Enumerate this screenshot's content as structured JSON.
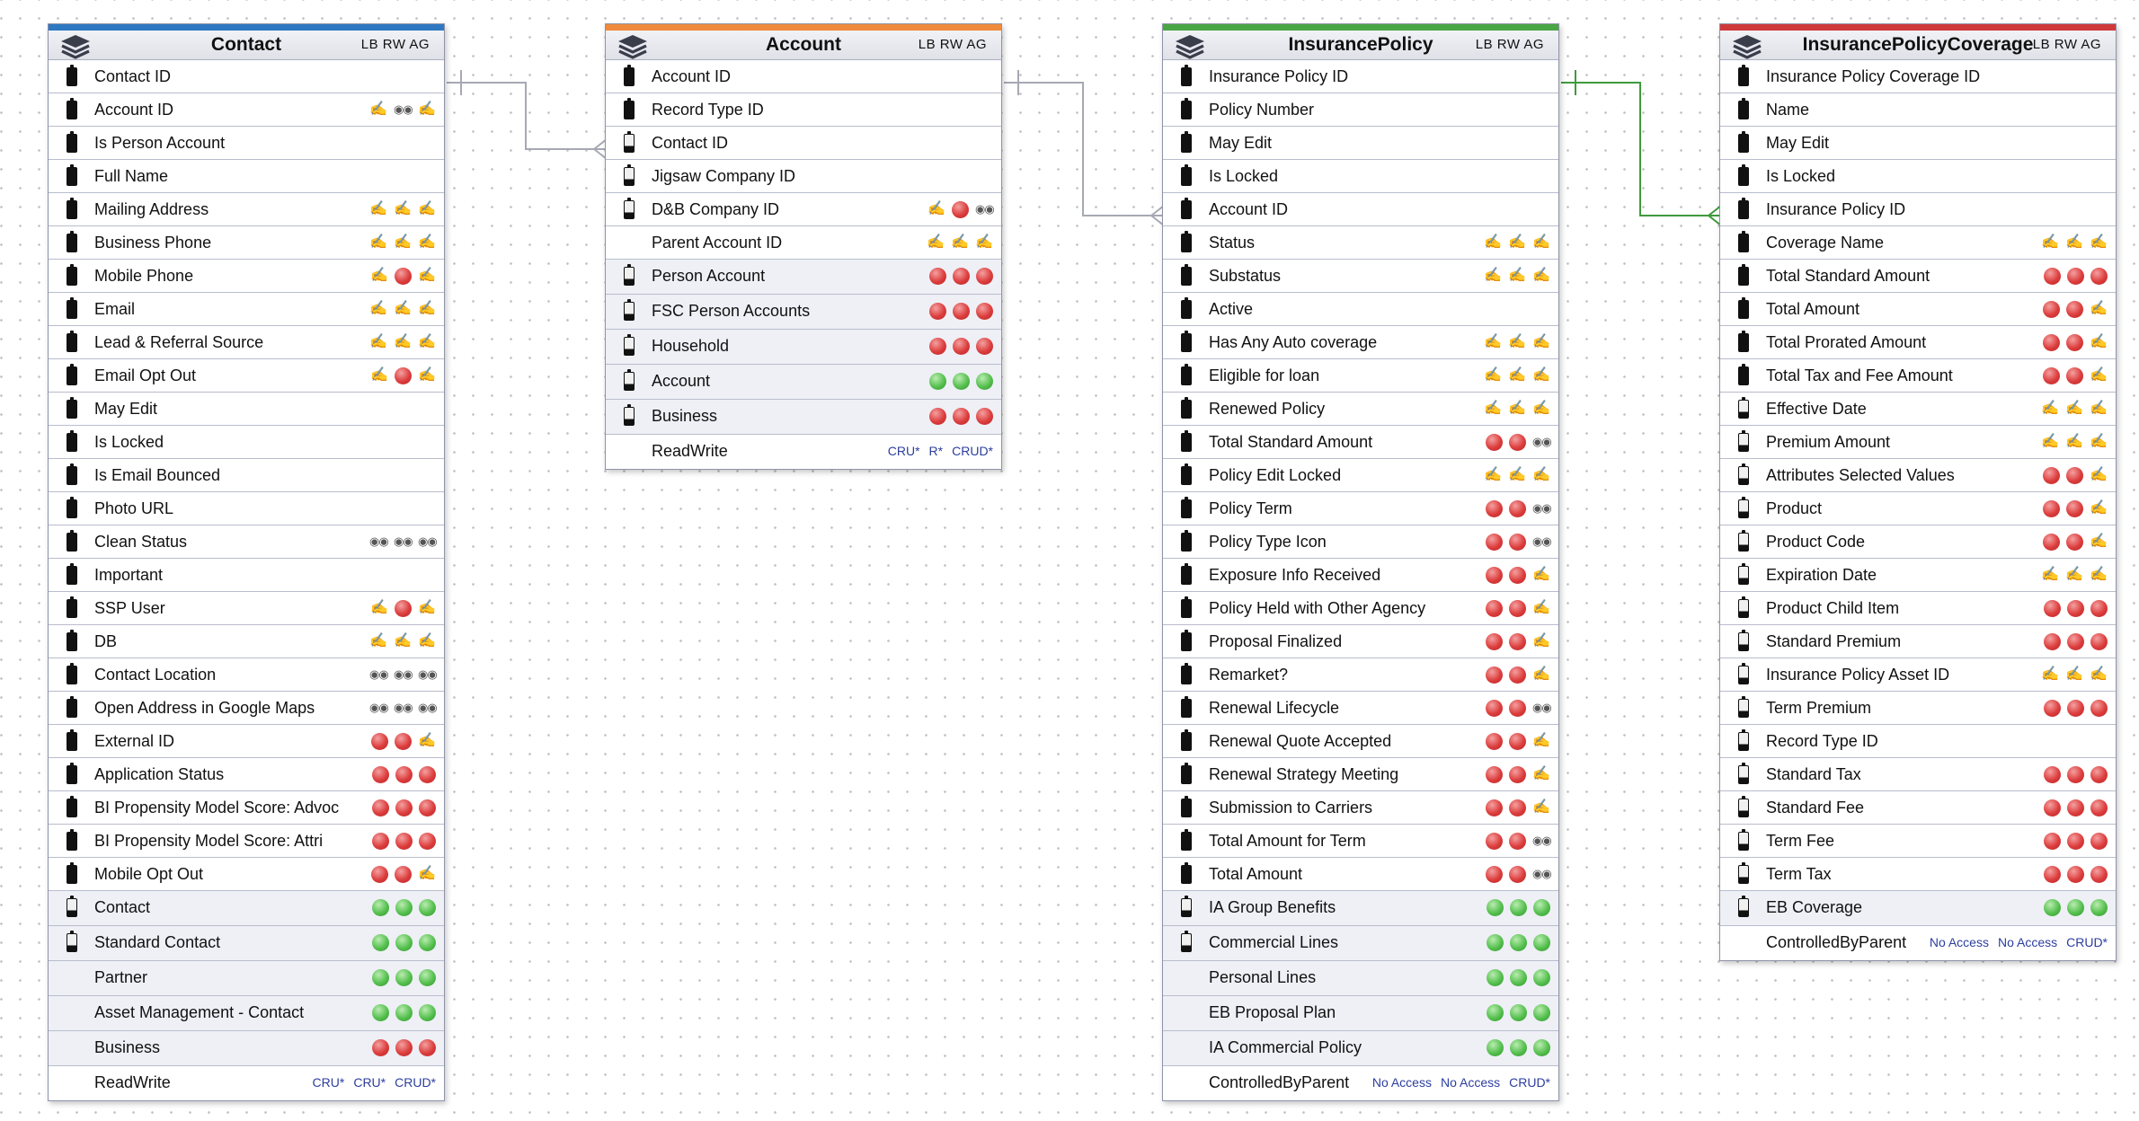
{
  "entities": [
    {
      "id": "contact",
      "title": "Contact",
      "perms": "LB RW AG",
      "color": "#2e78c2",
      "fields": [
        {
          "name": "Contact ID",
          "bat": "full",
          "ind": []
        },
        {
          "name": "Account ID",
          "bat": "full",
          "ind": [
            "pencil",
            "eyes",
            "pencil"
          ]
        },
        {
          "name": "Is Person Account",
          "bat": "full",
          "ind": []
        },
        {
          "name": "Full Name",
          "bat": "full",
          "ind": []
        },
        {
          "name": "Mailing Address",
          "bat": "full",
          "ind": [
            "pencil",
            "pencil",
            "pencil"
          ]
        },
        {
          "name": "Business Phone",
          "bat": "full",
          "ind": [
            "pencil",
            "pencil",
            "pencil"
          ]
        },
        {
          "name": "Mobile Phone",
          "bat": "full",
          "ind": [
            "pencil",
            "red",
            "pencil"
          ]
        },
        {
          "name": "Email",
          "bat": "full",
          "ind": [
            "pencil",
            "pencil",
            "pencil"
          ]
        },
        {
          "name": "Lead & Referral Source",
          "bat": "full",
          "ind": [
            "pencil",
            "pencil",
            "pencil"
          ]
        },
        {
          "name": "Email Opt Out",
          "bat": "full",
          "ind": [
            "pencil",
            "red",
            "pencil"
          ]
        },
        {
          "name": "May Edit",
          "bat": "full",
          "ind": []
        },
        {
          "name": "Is Locked",
          "bat": "full",
          "ind": []
        },
        {
          "name": "Is Email Bounced",
          "bat": "full",
          "ind": []
        },
        {
          "name": "Photo URL",
          "bat": "full",
          "ind": []
        },
        {
          "name": "Clean Status",
          "bat": "full",
          "ind": [
            "eyes",
            "eyes",
            "eyes"
          ]
        },
        {
          "name": "Important",
          "bat": "full",
          "ind": []
        },
        {
          "name": "SSP User",
          "bat": "full",
          "ind": [
            "pencil",
            "red",
            "pencil"
          ]
        },
        {
          "name": "DB",
          "bat": "full",
          "ind": [
            "pencil",
            "pencil",
            "pencil"
          ]
        },
        {
          "name": "Contact Location",
          "bat": "full",
          "ind": [
            "eyes",
            "eyes",
            "eyes"
          ]
        },
        {
          "name": "Open Address in Google Maps",
          "bat": "full",
          "ind": [
            "eyes",
            "eyes",
            "eyes"
          ]
        },
        {
          "name": "External ID",
          "bat": "full",
          "ind": [
            "red",
            "red",
            "pencil"
          ]
        },
        {
          "name": "Application Status",
          "bat": "full",
          "ind": [
            "red",
            "red",
            "red"
          ]
        },
        {
          "name": "BI Propensity Model Score: Advoc",
          "bat": "full",
          "ind": [
            "red",
            "red",
            "red"
          ]
        },
        {
          "name": "BI Propensity Model Score: Attri",
          "bat": "full",
          "ind": [
            "red",
            "red",
            "red"
          ]
        },
        {
          "name": "Mobile Opt Out",
          "bat": "full",
          "ind": [
            "red",
            "red",
            "pencil"
          ]
        }
      ],
      "record_types": [
        {
          "name": "Contact",
          "bat": "low",
          "ind": [
            "green",
            "green",
            "green"
          ]
        },
        {
          "name": "Standard Contact",
          "bat": "low",
          "ind": [
            "green",
            "green",
            "green"
          ]
        },
        {
          "name": "Partner",
          "bat": "none",
          "ind": [
            "green",
            "green",
            "green"
          ]
        },
        {
          "name": "Asset Management - Contact",
          "bat": "none",
          "ind": [
            "green",
            "green",
            "green"
          ]
        },
        {
          "name": "Business",
          "bat": "none",
          "ind": [
            "red",
            "red",
            "red"
          ]
        }
      ],
      "footer": {
        "label": "ReadWrite",
        "perms": [
          "CRU*",
          "CRU*",
          "CRUD*"
        ]
      }
    },
    {
      "id": "account",
      "title": "Account",
      "perms": "LB RW AG",
      "color": "#f08a3c",
      "fields": [
        {
          "name": "Account ID",
          "bat": "full",
          "ind": []
        },
        {
          "name": "Record Type ID",
          "bat": "full",
          "ind": []
        },
        {
          "name": "Contact ID",
          "bat": "low",
          "ind": []
        },
        {
          "name": "Jigsaw Company ID",
          "bat": "low",
          "ind": []
        },
        {
          "name": "D&B Company ID",
          "bat": "low",
          "ind": [
            "pencil",
            "red",
            "eyes"
          ]
        },
        {
          "name": "Parent Account ID",
          "bat": "none",
          "ind": [
            "pencil",
            "pencil",
            "pencil"
          ]
        }
      ],
      "record_types": [
        {
          "name": "Person Account",
          "bat": "low",
          "ind": [
            "red",
            "red",
            "red"
          ]
        },
        {
          "name": "FSC Person Accounts",
          "bat": "low",
          "ind": [
            "red",
            "red",
            "red"
          ]
        },
        {
          "name": "Household",
          "bat": "low",
          "ind": [
            "red",
            "red",
            "red"
          ]
        },
        {
          "name": "Account",
          "bat": "low",
          "ind": [
            "green",
            "green",
            "green"
          ]
        },
        {
          "name": "Business",
          "bat": "low",
          "ind": [
            "red",
            "red",
            "red"
          ]
        }
      ],
      "footer": {
        "label": "ReadWrite",
        "perms": [
          "CRU*",
          "R*",
          "CRUD*"
        ]
      }
    },
    {
      "id": "insurance-policy",
      "title": "InsurancePolicy",
      "perms": "LB RW AG",
      "color": "#4aa544",
      "fields": [
        {
          "name": "Insurance Policy ID",
          "bat": "full",
          "ind": []
        },
        {
          "name": "Policy Number",
          "bat": "full",
          "ind": []
        },
        {
          "name": "May Edit",
          "bat": "full",
          "ind": []
        },
        {
          "name": "Is Locked",
          "bat": "full",
          "ind": []
        },
        {
          "name": "Account ID",
          "bat": "full",
          "ind": []
        },
        {
          "name": "Status",
          "bat": "full",
          "ind": [
            "pencil",
            "pencil",
            "pencil"
          ]
        },
        {
          "name": "Substatus",
          "bat": "full",
          "ind": [
            "pencil",
            "pencil",
            "pencil"
          ]
        },
        {
          "name": "Active",
          "bat": "full",
          "ind": []
        },
        {
          "name": "Has Any Auto coverage",
          "bat": "full",
          "ind": [
            "pencil",
            "pencil",
            "pencil"
          ]
        },
        {
          "name": "Eligible for loan",
          "bat": "full",
          "ind": [
            "pencil",
            "pencil",
            "pencil"
          ]
        },
        {
          "name": "Renewed Policy",
          "bat": "full",
          "ind": [
            "pencil",
            "pencil",
            "pencil"
          ]
        },
        {
          "name": "Total Standard Amount",
          "bat": "full",
          "ind": [
            "red",
            "red",
            "eyes"
          ]
        },
        {
          "name": "Policy Edit Locked",
          "bat": "full",
          "ind": [
            "pencil",
            "pencil",
            "pencil"
          ]
        },
        {
          "name": "Policy Term",
          "bat": "full",
          "ind": [
            "red",
            "red",
            "eyes"
          ]
        },
        {
          "name": "Policy Type Icon",
          "bat": "full",
          "ind": [
            "red",
            "red",
            "eyes"
          ]
        },
        {
          "name": "Exposure Info Received",
          "bat": "full",
          "ind": [
            "red",
            "red",
            "pencil"
          ]
        },
        {
          "name": "Policy Held with Other Agency",
          "bat": "full",
          "ind": [
            "red",
            "red",
            "pencil"
          ]
        },
        {
          "name": "Proposal Finalized",
          "bat": "full",
          "ind": [
            "red",
            "red",
            "pencil"
          ]
        },
        {
          "name": "Remarket?",
          "bat": "full",
          "ind": [
            "red",
            "red",
            "pencil"
          ]
        },
        {
          "name": "Renewal Lifecycle",
          "bat": "full",
          "ind": [
            "red",
            "red",
            "eyes"
          ]
        },
        {
          "name": "Renewal Quote Accepted",
          "bat": "full",
          "ind": [
            "red",
            "red",
            "pencil"
          ]
        },
        {
          "name": "Renewal Strategy Meeting",
          "bat": "full",
          "ind": [
            "red",
            "red",
            "pencil"
          ]
        },
        {
          "name": "Submission to Carriers",
          "bat": "full",
          "ind": [
            "red",
            "red",
            "pencil"
          ]
        },
        {
          "name": "Total Amount for Term",
          "bat": "full",
          "ind": [
            "red",
            "red",
            "eyes"
          ]
        },
        {
          "name": "Total Amount",
          "bat": "full",
          "ind": [
            "red",
            "red",
            "eyes"
          ]
        }
      ],
      "record_types": [
        {
          "name": "IA Group Benefits",
          "bat": "low",
          "ind": [
            "green",
            "green",
            "green"
          ]
        },
        {
          "name": "Commercial Lines",
          "bat": "low",
          "ind": [
            "green",
            "green",
            "green"
          ]
        },
        {
          "name": "Personal Lines",
          "bat": "none",
          "ind": [
            "green",
            "green",
            "green"
          ]
        },
        {
          "name": "EB Proposal Plan",
          "bat": "none",
          "ind": [
            "green",
            "green",
            "green"
          ]
        },
        {
          "name": "IA Commercial Policy",
          "bat": "none",
          "ind": [
            "green",
            "green",
            "green"
          ]
        }
      ],
      "footer": {
        "label": "ControlledByParent",
        "perms": [
          "No Access",
          "No Access",
          "CRUD*"
        ]
      }
    },
    {
      "id": "insurance-policy-coverage",
      "title": "InsurancePolicyCoverage",
      "perms": "LB RW AG",
      "color": "#d0393b",
      "fields": [
        {
          "name": "Insurance Policy Coverage ID",
          "bat": "full",
          "ind": []
        },
        {
          "name": "Name",
          "bat": "full",
          "ind": []
        },
        {
          "name": "May Edit",
          "bat": "full",
          "ind": []
        },
        {
          "name": "Is Locked",
          "bat": "full",
          "ind": []
        },
        {
          "name": "Insurance Policy ID",
          "bat": "full",
          "ind": []
        },
        {
          "name": "Coverage Name",
          "bat": "full",
          "ind": [
            "pencil",
            "pencil",
            "pencil"
          ]
        },
        {
          "name": "Total Standard Amount",
          "bat": "full",
          "ind": [
            "red",
            "red",
            "red"
          ]
        },
        {
          "name": "Total Amount",
          "bat": "full",
          "ind": [
            "red",
            "red",
            "pencil"
          ]
        },
        {
          "name": "Total Prorated Amount",
          "bat": "full",
          "ind": [
            "red",
            "red",
            "pencil"
          ]
        },
        {
          "name": "Total Tax and Fee Amount",
          "bat": "full",
          "ind": [
            "red",
            "red",
            "pencil"
          ]
        },
        {
          "name": "Effective Date",
          "bat": "low",
          "ind": [
            "pencil",
            "pencil",
            "pencil"
          ]
        },
        {
          "name": "Premium Amount",
          "bat": "low",
          "ind": [
            "pencil",
            "pencil",
            "pencil"
          ]
        },
        {
          "name": "Attributes Selected Values",
          "bat": "low",
          "ind": [
            "red",
            "red",
            "pencil"
          ]
        },
        {
          "name": "Product",
          "bat": "low",
          "ind": [
            "red",
            "red",
            "pencil"
          ]
        },
        {
          "name": "Product Code",
          "bat": "low",
          "ind": [
            "red",
            "red",
            "pencil"
          ]
        },
        {
          "name": "Expiration Date",
          "bat": "low",
          "ind": [
            "pencil",
            "pencil",
            "pencil"
          ]
        },
        {
          "name": "Product Child Item",
          "bat": "low",
          "ind": [
            "red",
            "red",
            "red"
          ]
        },
        {
          "name": "Standard Premium",
          "bat": "low",
          "ind": [
            "red",
            "red",
            "red"
          ]
        },
        {
          "name": "Insurance Policy Asset ID",
          "bat": "low",
          "ind": [
            "pencil",
            "pencil",
            "pencil"
          ]
        },
        {
          "name": "Term Premium",
          "bat": "low",
          "ind": [
            "red",
            "red",
            "red"
          ]
        },
        {
          "name": "Record Type ID",
          "bat": "low",
          "ind": []
        },
        {
          "name": "Standard Tax",
          "bat": "low",
          "ind": [
            "red",
            "red",
            "red"
          ]
        },
        {
          "name": "Standard Fee",
          "bat": "low",
          "ind": [
            "red",
            "red",
            "red"
          ]
        },
        {
          "name": "Term Fee",
          "bat": "low",
          "ind": [
            "red",
            "red",
            "red"
          ]
        },
        {
          "name": "Term Tax",
          "bat": "low",
          "ind": [
            "red",
            "red",
            "red"
          ]
        }
      ],
      "record_types": [
        {
          "name": "EB Coverage",
          "bat": "low",
          "ind": [
            "green",
            "green",
            "green"
          ]
        }
      ],
      "footer": {
        "label": "ControlledByParent",
        "perms": [
          "No Access",
          "No Access",
          "CRUD*"
        ]
      }
    }
  ]
}
